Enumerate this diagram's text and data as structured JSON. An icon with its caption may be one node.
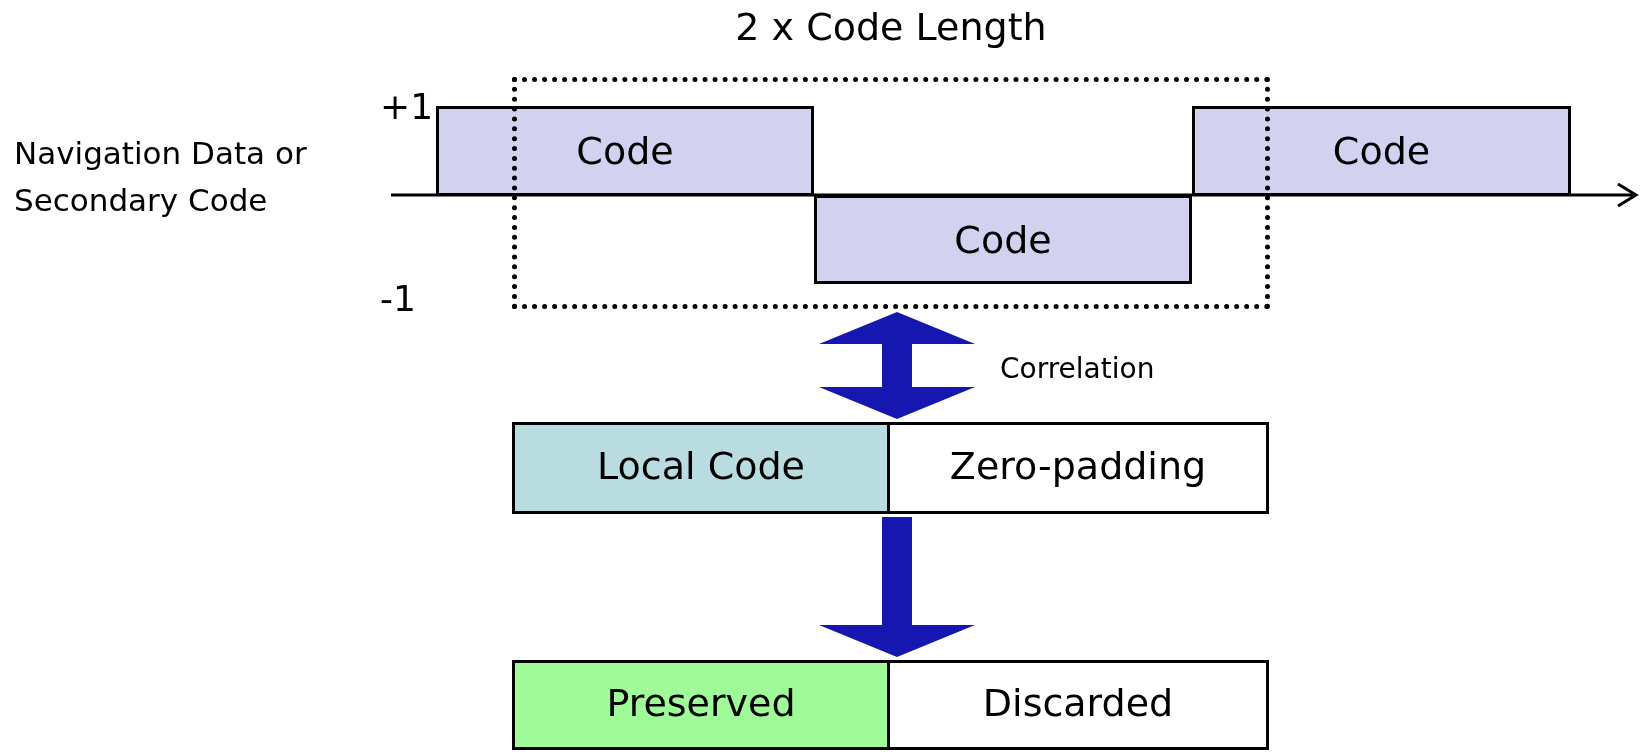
{
  "diagram": {
    "nodes": [
      {
        "text": [
          "2 x Code Length"
        ]
      },
      {
        "text": [
          "Code"
        ]
      },
      {
        "text": [
          "Code"
        ],
        "in": 0
      },
      {
        "text": [
          "Code"
        ]
      },
      {
        "text": [],
        "shape": "box"
      },
      {
        "text": [
          "Local Code"
        ],
        "in": 4
      },
      {
        "text": [
          "Zero-padding"
        ],
        "in": 4
      },
      {
        "text": [],
        "shape": "box"
      },
      {
        "text": [
          "Preserved"
        ],
        "in": 7
      },
      {
        "text": [
          "Discarded"
        ],
        "in": 7
      }
    ],
    "edges": [
      {
        "from": 0,
        "to": 4,
        "arrow": "both",
        "label": "Correlation"
      },
      {
        "from": 4,
        "to": 7,
        "arrow": "to"
      }
    ],
    "labels": [
      "+1",
      "Navigation Data or Secondary Code",
      "-1"
    ]
  }
}
